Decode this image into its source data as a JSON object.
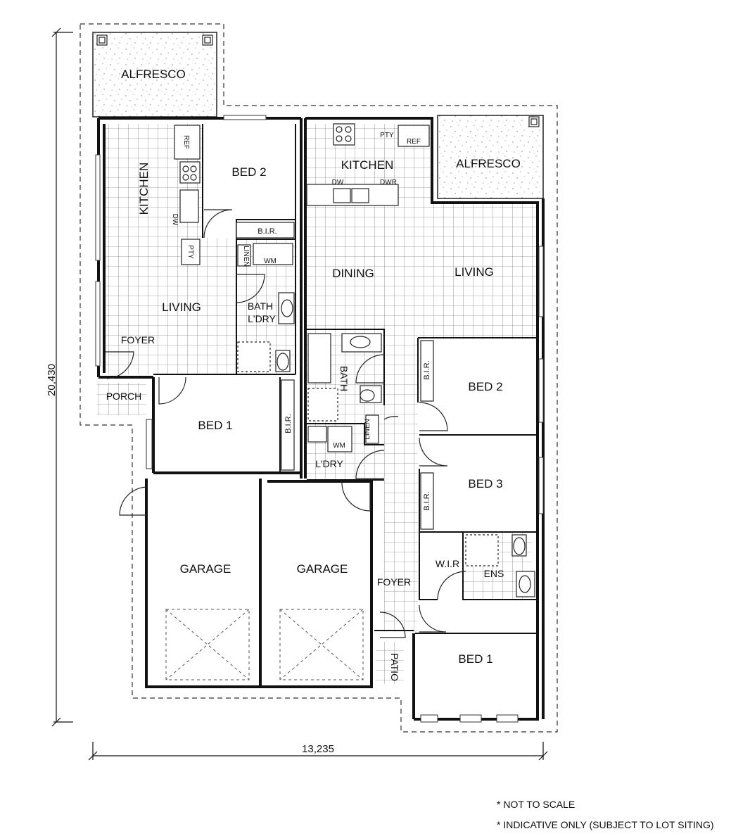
{
  "dimensions": {
    "depth": "20,430",
    "width": "13,235"
  },
  "notes": [
    "* NOT TO SCALE",
    "* INDICATIVE ONLY (SUBJECT TO LOT SITING)"
  ],
  "unit_left": {
    "alfresco": "ALFRESCO",
    "kitchen": "KITCHEN",
    "bed2": "BED 2",
    "bir_top": "B.I.R.",
    "linen": "LINEN",
    "wm": "WM",
    "living": "LIVING",
    "bath": "BATH",
    "ldry": "L'DRY",
    "foyer": "FOYER",
    "porch": "PORCH",
    "bed1": "BED 1",
    "bir_side": "B.I.R.",
    "garage": "GARAGE",
    "ref": "REF",
    "dw": "DW",
    "pty": "PTY"
  },
  "unit_right": {
    "kitchen": "KITCHEN",
    "pty": "PTY",
    "ref": "REF",
    "dw": "DW",
    "dwr": "DWR",
    "alfresco": "ALFRESCO",
    "dining": "DINING",
    "living": "LIVING",
    "bath": "BATH",
    "bed2": "BED 2",
    "bir_bed2": "B.I.R.",
    "linen": "LINEN",
    "wm": "WM",
    "ldry": "L'DRY",
    "bed3": "BED 3",
    "bir_bed3": "B.I.R.",
    "garage": "GARAGE",
    "wir": "W.I.R",
    "ens": "ENS",
    "foyer": "FOYER",
    "patio": "PATIO",
    "bed1": "BED 1"
  }
}
